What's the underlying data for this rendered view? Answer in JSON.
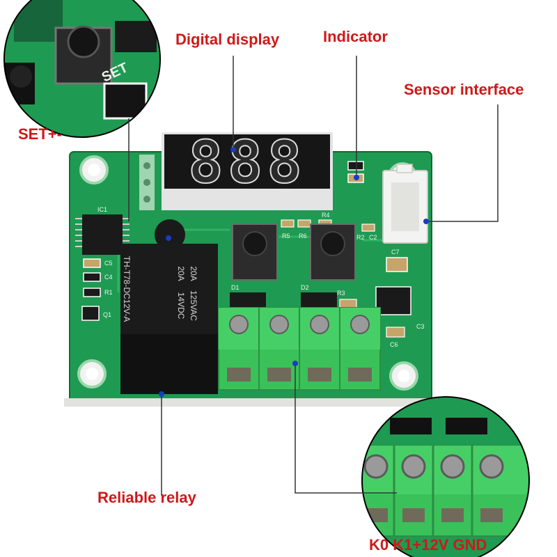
{
  "labels": {
    "digital_display": "Digital display",
    "indicator": "Indicator",
    "sensor_interface": "Sensor interface",
    "set_buttons": "SET+-",
    "relay": "Reliable relay",
    "terminals": "K0 K1+12V GND"
  },
  "board": {
    "display_digits": "888",
    "relay_text": [
      "20A",
      "20A",
      "125VAC",
      "14VDC",
      "TH-T78-DC12V-A"
    ],
    "silkscreen": [
      "C5",
      "C4",
      "R1",
      "Q1",
      "IC1",
      "R5",
      "R6",
      "R4",
      "R2",
      "C2",
      "C7",
      "D1",
      "D2",
      "R3",
      "C3",
      "C6"
    ],
    "inset_text": "SET"
  },
  "colors": {
    "label": "#d01818",
    "pcb": "#1f9a52",
    "pcb_dark": "#137a3c",
    "terminal": "#3bc15a",
    "leader": "#333333"
  }
}
